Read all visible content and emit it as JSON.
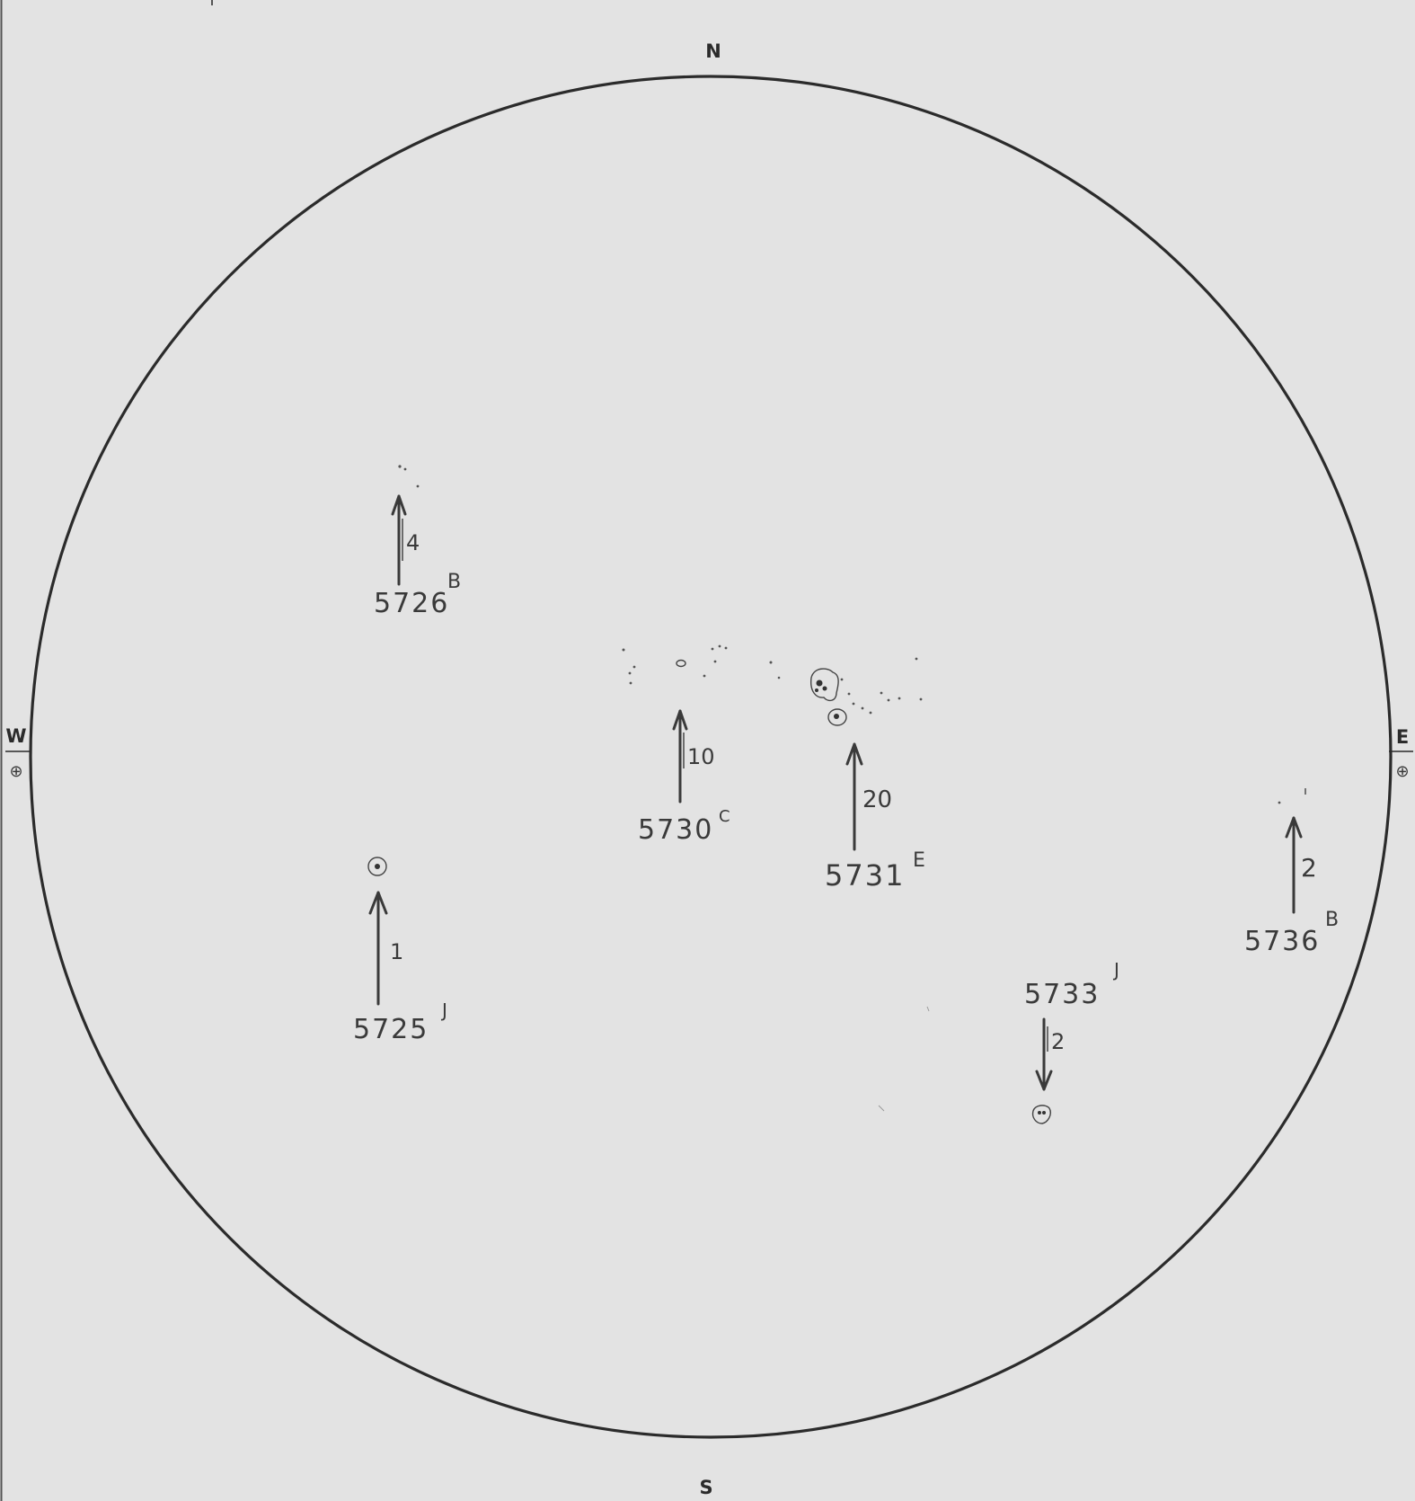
{
  "compass": {
    "north": "N",
    "south": "S",
    "west": "W",
    "east": "E",
    "west_symbol": "⊕",
    "east_symbol": "⊕"
  },
  "groups": [
    {
      "number": "5726",
      "class": "B",
      "count": "4",
      "arrow": "up"
    },
    {
      "number": "5730",
      "class": "C",
      "count": "10",
      "arrow": "up"
    },
    {
      "number": "5731",
      "class": "E",
      "count": "20",
      "arrow": "up"
    },
    {
      "number": "5736",
      "class": "B",
      "count": "2",
      "arrow": "up"
    },
    {
      "number": "5725",
      "class": "J",
      "count": "1",
      "arrow": "up"
    },
    {
      "number": "5733",
      "class": "J",
      "count": "2",
      "arrow": "down"
    }
  ],
  "colors": {
    "paper": "#e3e3e3",
    "ink": "#2b2b2b",
    "pencil": "#3a3a3a"
  }
}
